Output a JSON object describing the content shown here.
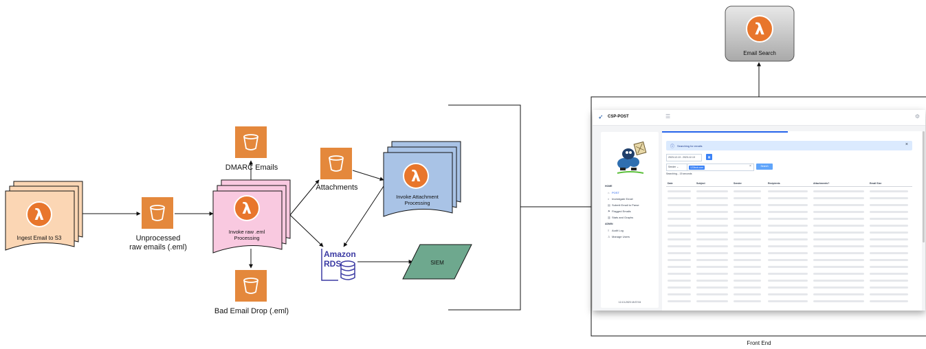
{
  "nodes": {
    "ingest": {
      "label": "Ingest Email to S3"
    },
    "unprocessed": {
      "label_line1": "Unprocessed",
      "label_line2": "raw emails (.eml)"
    },
    "dmarc": {
      "label": "DMARC Emails"
    },
    "invoke_raw": {
      "label_line1": "Invoke raw .eml",
      "label_line2": "Processing"
    },
    "bad_email": {
      "label": "Bad Email Drop (.eml)"
    },
    "attachments": {
      "label": "Attachments"
    },
    "invoke_attach": {
      "label_line1": "Invoke Attachment",
      "label_line2": "Processing"
    },
    "rds": {
      "label_line1": "Amazon",
      "label_line2": "RDS"
    },
    "siem": {
      "label": "SIEM"
    },
    "email_search": {
      "label": "Email Search"
    },
    "front_end": {
      "label": "Front End"
    }
  },
  "icons": {
    "lambda": "lambda-icon",
    "s3": "s3-bucket-icon",
    "rds": "database-icon"
  },
  "colors": {
    "lambda_orange": "#e8762c",
    "s3_orange": "#e4883c",
    "ingest_fill": "#fbd6b4",
    "invoke_raw_fill": "#f9c9e0",
    "invoke_attach_fill": "#a9c3e6",
    "siem_fill": "#6ea88e",
    "rds_blue": "#3b3aa3",
    "search_fill": "#c8c8c8"
  },
  "frontend": {
    "app_name": "CSP-POST",
    "alert": "Searching for emails",
    "date_range": "2023-12-13 - 2023-12-13",
    "field_select": "Sender",
    "query_chip": "123bob.com",
    "search_button": "Search",
    "status": "Searching...  15 seconds",
    "sections": {
      "home": "HOME",
      "admin": "ADMIN"
    },
    "nav": [
      "POST",
      "Investigate Email",
      "Submit Email to Parse",
      "Flagged Emails",
      "Stats and Graphs"
    ],
    "admin_nav": [
      "Audit Log",
      "Manage Users"
    ],
    "timestamp": "12-13-2023 18:37:04",
    "columns": [
      "Date",
      "Subject",
      "Sender",
      "Recipients",
      "Attachments?",
      "Email Size"
    ]
  }
}
